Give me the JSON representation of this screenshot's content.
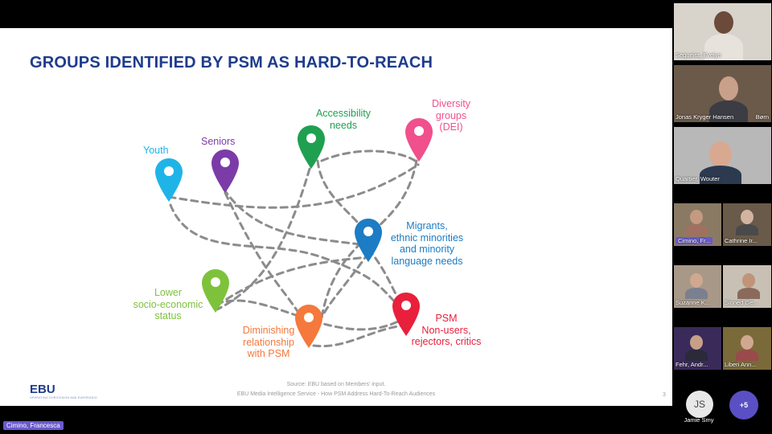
{
  "slide": {
    "title": "GROUPS IDENTIFIED BY PSM AS HARD-TO-REACH",
    "pins": [
      {
        "id": "youth",
        "lines": [
          "Youth"
        ],
        "color": "#1fb4e8"
      },
      {
        "id": "seniors",
        "lines": [
          "Seniors"
        ],
        "color": "#7b3ca8"
      },
      {
        "id": "accessibility",
        "lines": [
          "Accessibility",
          "needs"
        ],
        "color": "#1fa050"
      },
      {
        "id": "diversity",
        "lines": [
          "Diversity",
          "groups",
          "(DEI)"
        ],
        "color": "#f0508c"
      },
      {
        "id": "migrants",
        "lines": [
          "Migrants,",
          "ethnic minorities",
          "and minority",
          "language needs"
        ],
        "color": "#1c7cc4"
      },
      {
        "id": "lower-ses",
        "lines": [
          "Lower",
          "socio-economic",
          "status"
        ],
        "color": "#7ec23c"
      },
      {
        "id": "diminishing",
        "lines": [
          "Diminishing",
          "relationship",
          "with PSM"
        ],
        "color": "#f5783c"
      },
      {
        "id": "non-users",
        "lines": [
          "PSM",
          "Non-users,",
          "rejectors, critics"
        ],
        "color": "#e8203c"
      }
    ],
    "source": "Source: EBU based on Members' input.",
    "footer": "EBU Media Intelligence Service - How PSM Address Hard-To-Reach Audiences",
    "logo": "EBU",
    "logo_sub": "OPERATING EUROVISION AND EURORADIO",
    "page_number": "3"
  },
  "participants": {
    "tiles": [
      {
        "name": "Sequeira, Evelyn",
        "highlight": false
      },
      {
        "name": "Jonas Kryger Hansen",
        "name2": "Børn",
        "highlight": false
      },
      {
        "name": "Quartier, Wouter",
        "highlight": false
      },
      {
        "name": "Cimino, Fr...",
        "highlight": true
      },
      {
        "name": "Cathrine Ir...",
        "highlight": false
      },
      {
        "name": "Suzanne K...",
        "highlight": false
      },
      {
        "name": "Sioned Ge...",
        "highlight": false
      },
      {
        "name": "Fehr, Andr...",
        "highlight": false
      },
      {
        "name": "Liberi Ann...",
        "highlight": false
      }
    ],
    "avatar_initials": "JS",
    "avatar_name": "Jamie Smy",
    "more_label": "+5"
  },
  "self_view_name": "Cimino, Francesca"
}
